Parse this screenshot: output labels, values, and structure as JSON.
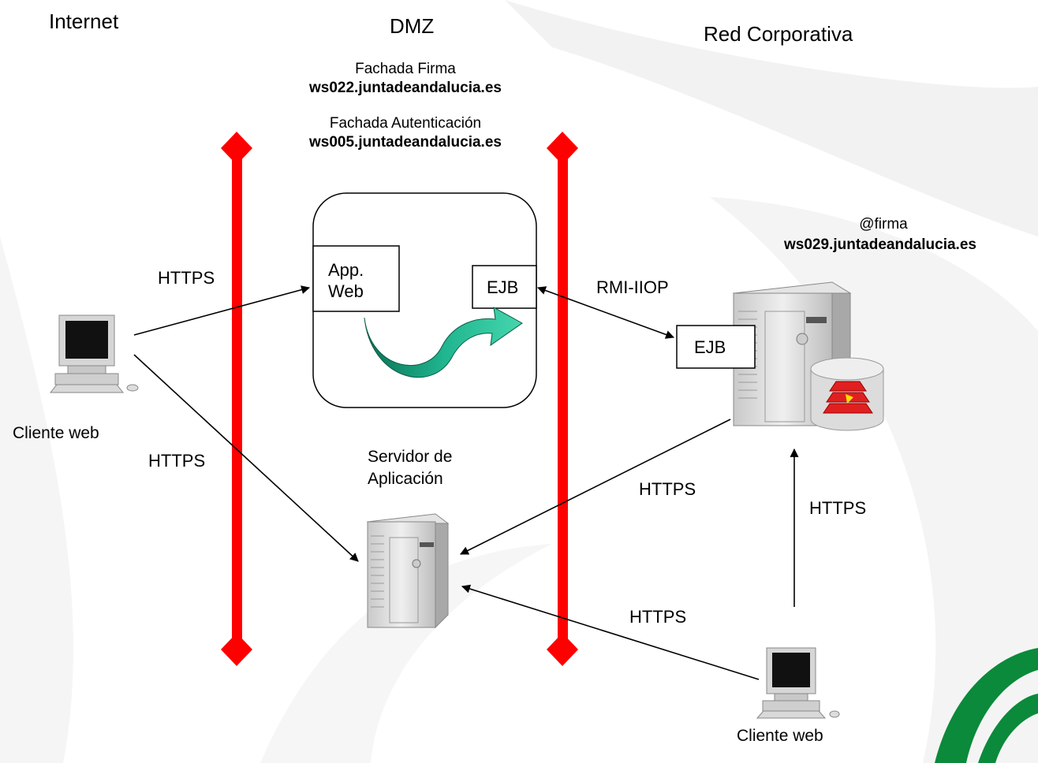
{
  "zones": {
    "internet": "Internet",
    "dmz": "DMZ",
    "corporate": "Red Corporativa"
  },
  "facades": {
    "signature_name": "Fachada Firma",
    "signature_host": "ws022.juntadeandalucia.es",
    "auth_name": "Fachada Autenticación",
    "auth_host": "ws005.juntadeandalucia.es"
  },
  "firma_server": {
    "name": "@firma",
    "host": "ws029.juntadeandalucia.es",
    "ejb_label": "EJB"
  },
  "dmz_box": {
    "app_web_line1": "App.",
    "app_web_line2": "Web",
    "ejb_label": "EJB"
  },
  "app_server": {
    "line1": "Servidor de",
    "line2": "Aplicación"
  },
  "clients": {
    "internet_client": "Cliente web",
    "corporate_client": "Cliente web"
  },
  "protocols": {
    "client_to_appweb": "HTTPS",
    "client_to_appserver": "HTTPS",
    "ejb_to_ejb": "RMI-IIOP",
    "firma_to_appserver": "HTTPS",
    "corp_client_to_firma": "HTTPS",
    "corp_client_to_appserver": "HTTPS"
  },
  "colors": {
    "firewall": "#ff0000",
    "arrow_green": "#1aa88a"
  }
}
